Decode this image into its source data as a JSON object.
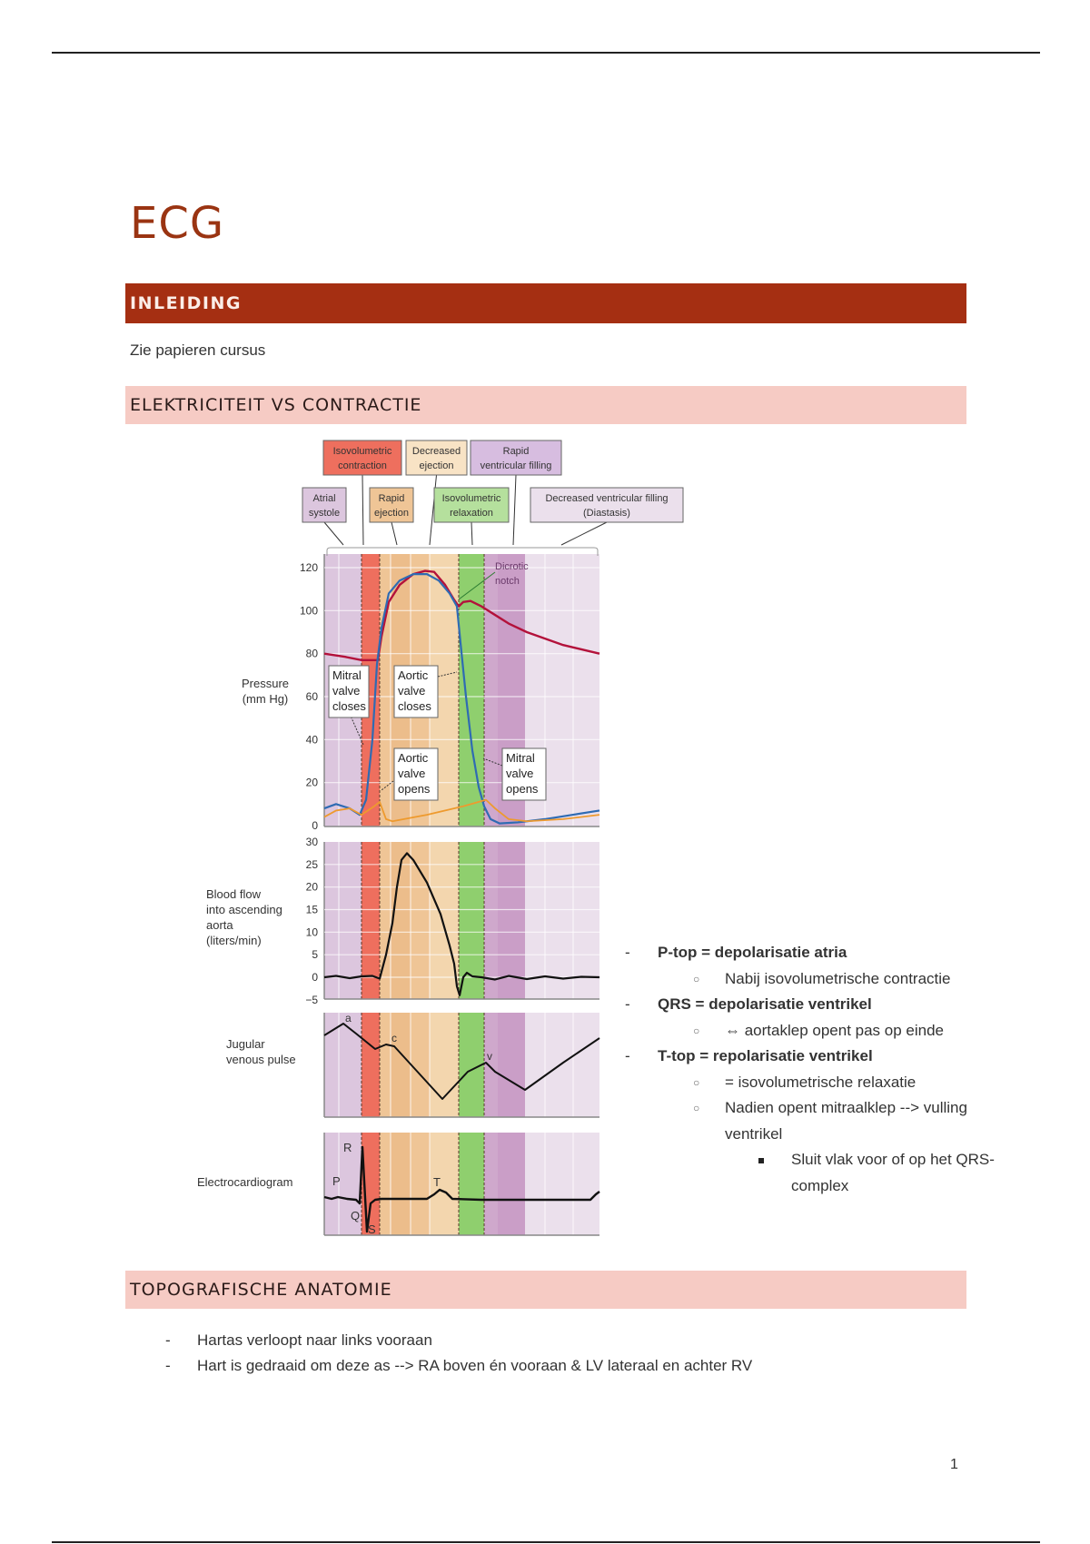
{
  "document": {
    "title": "ECG",
    "page_number": "1"
  },
  "sections": {
    "intro": {
      "heading": "INLEIDING",
      "text": "Zie papieren cursus"
    },
    "electricity": {
      "heading": "ELEKTRICITEIT VS CONTRACTIE",
      "notes": [
        {
          "bullet": "-",
          "text": "P-top = depolarisatie atria",
          "bold": true
        },
        {
          "bullet": "o",
          "text": "Nabij isovolumetrische contractie"
        },
        {
          "bullet": "-",
          "text": "QRS = depolarisatie ventrikel",
          "bold": true
        },
        {
          "bullet": "o",
          "text": "⇔ aortaklep opent pas op einde"
        },
        {
          "bullet": "-",
          "text": "T-top = repolarisatie ventrikel",
          "bold": true
        },
        {
          "bullet": "o",
          "text": "= isovolumetrische relaxatie"
        },
        {
          "bullet": "o",
          "text": "Nadien opent mitraalklep --> vulling",
          "continuation": "ventrikel"
        },
        {
          "bullet": "▪",
          "text": "Sluit vlak voor of op het QRS-",
          "continuation": "complex"
        }
      ]
    },
    "anatomy": {
      "heading": "TOPOGRAFISCHE ANATOMIE",
      "items": [
        "Hartas verloopt naar links vooraan",
        "Hart is gedraaid om deze as --> RA boven én vooraan & LV lateraal en achter RV"
      ]
    }
  },
  "figure": {
    "phase_labels": {
      "atrial_systole": [
        "Atrial",
        "systole"
      ],
      "isovolumetric_contraction": [
        "Isovolumetric",
        "contraction"
      ],
      "rapid_ejection": [
        "Rapid",
        "ejection"
      ],
      "decreased_ejection": [
        "Decreased",
        "ejection"
      ],
      "isovolumetric_relaxation": [
        "Isovolumetric",
        "relaxation"
      ],
      "rapid_ventricular_filling": [
        "Rapid",
        "ventricular filling"
      ],
      "diastasis": [
        "Decreased ventricular filling",
        "(Diastasis)"
      ]
    },
    "phase_colors": {
      "atrial_systole": "#dcc6de",
      "isovolumetric_contraction": "#ee6f5e",
      "rapid_ejection": "#efc596",
      "decreased_ejection": "#f3d6ae",
      "isovolumetric_relaxation": "#8fcf6e",
      "rapid_ventricular_filling": "#cfa8cc",
      "diastasis": "#ebe0ec"
    },
    "panels": {
      "pressure": {
        "ylabel": [
          "Pressure",
          "(mm Hg)"
        ],
        "ticks": [
          "120",
          "100",
          "80",
          "60",
          "40",
          "20",
          "0"
        ],
        "annotations": {
          "dicrotic_notch": [
            "Dicrotic",
            "notch"
          ],
          "mitral_closes": [
            "Mitral",
            "valve",
            "closes"
          ],
          "aortic_closes": [
            "Aortic",
            "valve",
            "closes"
          ],
          "aortic_opens": [
            "Aortic",
            "valve",
            "opens"
          ],
          "mitral_opens": [
            "Mitral",
            "valve",
            "opens"
          ]
        },
        "series_colors": {
          "aortic": "#b3123b",
          "ventricular": "#2f6bb3",
          "atrial": "#ee9a2e"
        }
      },
      "flow": {
        "ylabel": [
          "Blood flow",
          "into ascending",
          "aorta",
          "(liters/min)"
        ],
        "ticks": [
          "30",
          "25",
          "20",
          "15",
          "10",
          "5",
          "0",
          "−5"
        ]
      },
      "jvp": {
        "ylabel": [
          "Jugular",
          "venous pulse"
        ],
        "waves": [
          "a",
          "c",
          "v"
        ]
      },
      "ecg": {
        "ylabel": [
          "Electrocardiogram"
        ],
        "waves": [
          "P",
          "Q",
          "R",
          "S",
          "T"
        ]
      }
    }
  }
}
